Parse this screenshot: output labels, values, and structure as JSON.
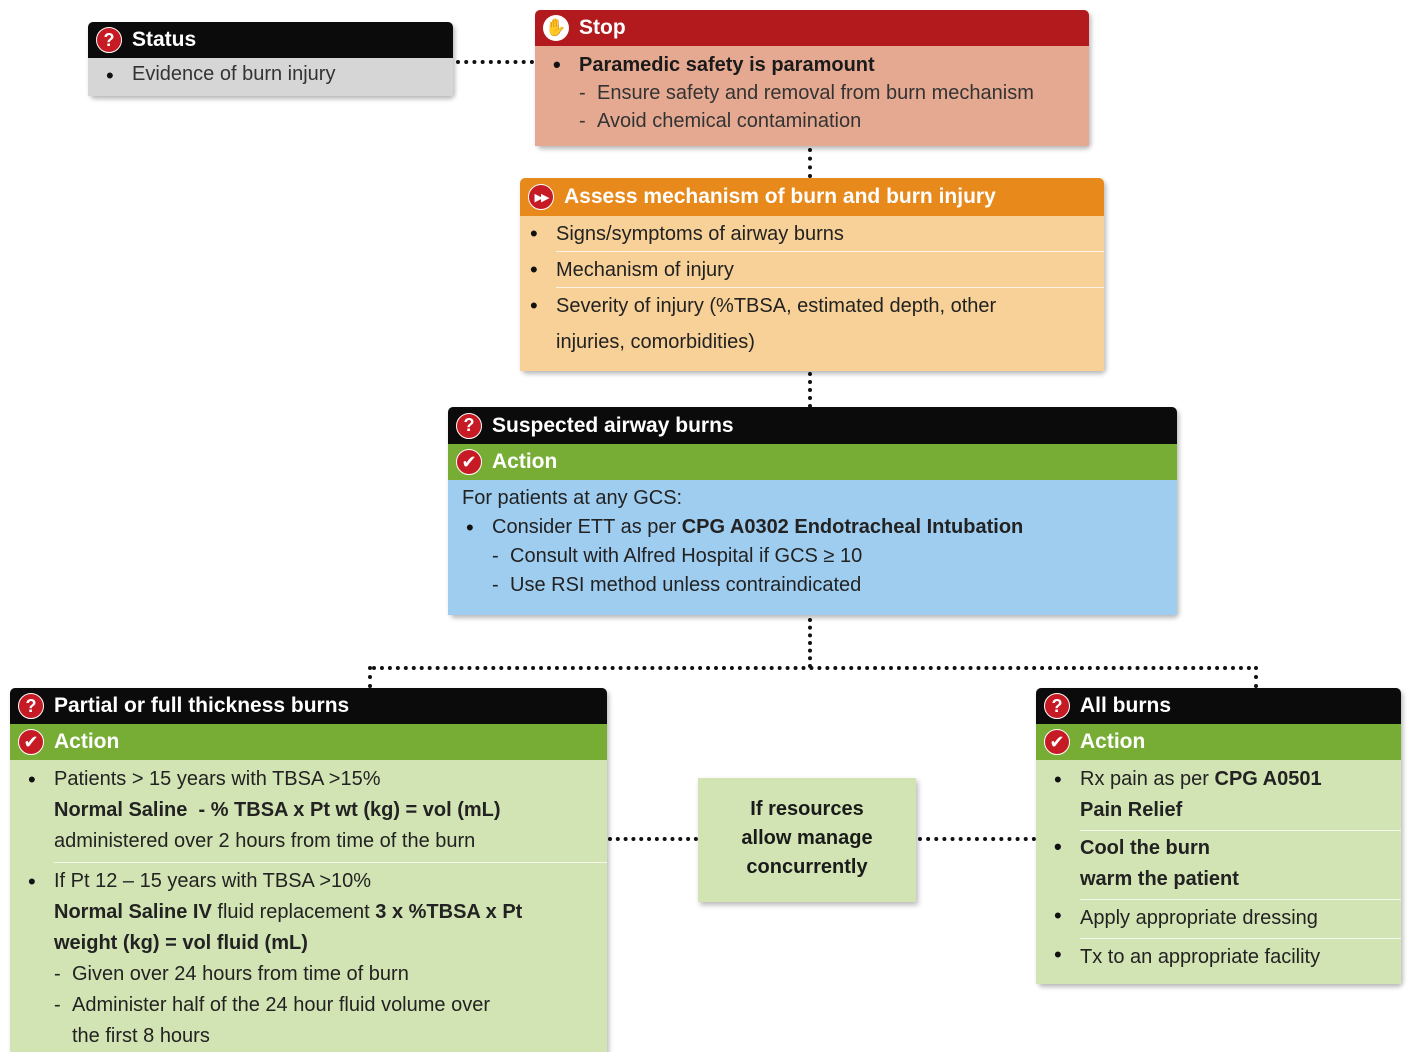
{
  "status": {
    "title": "Status",
    "item": "Evidence of burn injury"
  },
  "stop": {
    "title": "Stop",
    "main": "Paramedic safety is paramount",
    "subs": [
      "Ensure safety and removal from burn mechanism",
      "Avoid chemical contamination"
    ]
  },
  "assess": {
    "title": "Assess mechanism of burn and burn injury",
    "items": [
      "Signs/symptoms of airway burns",
      "Mechanism of injury",
      "Severity of injury (%TBSA, estimated depth, other",
      "injuries, comorbidities)"
    ]
  },
  "airway": {
    "title": "Suspected airway burns",
    "action": "Action",
    "intro": "For patients at any GCS:",
    "consider_prefix": "Consider ETT as per ",
    "consider_bold": "CPG A0302 Endotracheal Intubation",
    "subs": [
      "Consult with Alfred Hospital if GCS ≥ 10",
      "Use RSI method unless contraindicated"
    ]
  },
  "partial": {
    "title": "Partial or full thickness burns",
    "action": "Action",
    "item1": {
      "line1": "Patients > 15 years with TBSA >15%",
      "line2": "Normal Saline  - % TBSA x Pt wt (kg) = vol (mL)",
      "line3": "administered over 2 hours from time of the burn"
    },
    "item2": {
      "line1": "If Pt 12 – 15 years with TBSA >10%",
      "line2_bold1": "Normal Saline IV",
      "line2_normal": " fluid replacement ",
      "line2_bold2": "3 x %TBSA x Pt",
      "line3": "weight (kg) = vol fluid (mL)",
      "sub1": "Given over 24 hours from time of burn",
      "sub2_l1": "Administer half of the 24 hour fluid volume over",
      "sub2_l2": "the first 8 hours"
    }
  },
  "middle": {
    "line1": "If resources",
    "line2": "allow manage",
    "line3": "concurrently"
  },
  "allburns": {
    "title": "All burns",
    "action": "Action",
    "rx_prefix": "Rx pain as per ",
    "rx_bold1": "CPG A0501",
    "rx_bold2": "Pain Relief",
    "cool1": "Cool the burn",
    "cool2": "warm the patient",
    "dressing": "Apply appropriate dressing",
    "tx": "Tx to an appropriate facility"
  },
  "colors": {
    "black": "#0b0b0b",
    "red": "#b21a1d",
    "orange": "#e8891c",
    "green": "#77ad35",
    "light_green": "#d3e4b4",
    "blue": "#9fcdf0",
    "peach": "#e5a991",
    "light_orange": "#f7d197",
    "gray": "#d6d6d6"
  }
}
